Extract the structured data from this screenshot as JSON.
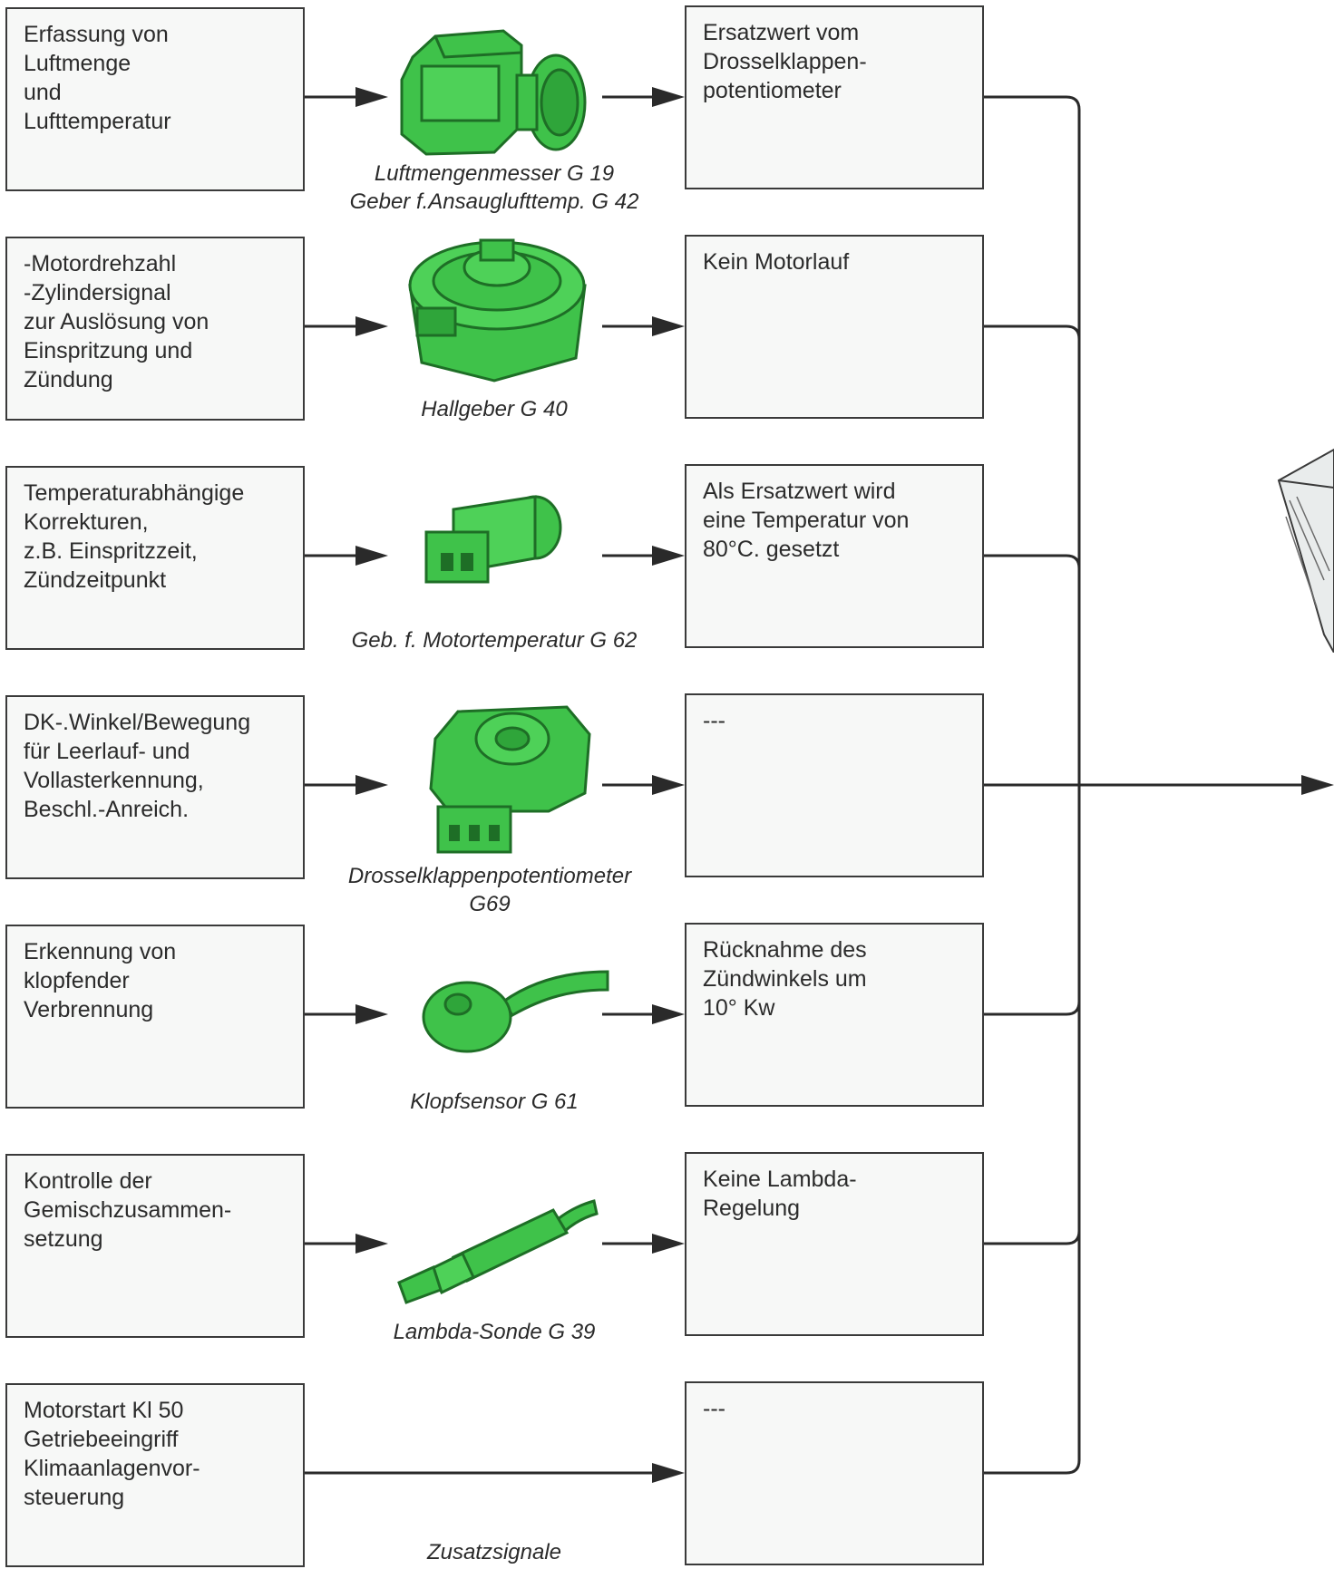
{
  "rows": [
    {
      "function_lines": [
        "Erfassung von",
        "Luftmenge",
        "und",
        "Lufttemperatur"
      ],
      "sensor_icon": "air-mass-meter-icon",
      "caption_lines": [
        "Luftmengenmesser G 19",
        "Geber f.Ansauglufttemp. G 42"
      ],
      "fallback_lines": [
        "Ersatzwert vom",
        "Drosselklappen-",
        "potentiometer"
      ]
    },
    {
      "function_lines": [
        "-Motordrehzahl",
        "-Zylindersignal",
        "zur Auslösung von",
        "Einspritzung und",
        "Zündung"
      ],
      "sensor_icon": "hall-sender-icon",
      "caption_lines": [
        "Hallgeber G 40"
      ],
      "fallback_lines": [
        "Kein Motorlauf"
      ]
    },
    {
      "function_lines": [
        "Temperaturabhängige",
        "Korrekturen,",
        "z.B. Einspritzzeit,",
        "Zündzeitpunkt"
      ],
      "sensor_icon": "temperature-sender-icon",
      "caption_lines": [
        "Geb. f. Motortemperatur G 62"
      ],
      "fallback_lines": [
        "Als Ersatzwert wird",
        "eine Temperatur von",
        "80°C. gesetzt"
      ]
    },
    {
      "function_lines": [
        "DK-.Winkel/Bewegung",
        "für Leerlauf- und",
        "Vollasterkennung,",
        "Beschl.-Anreich."
      ],
      "sensor_icon": "throttle-potentiometer-icon",
      "caption_lines": [
        "Drosselklappenpotentiometer",
        "G69"
      ],
      "fallback_lines": [
        "",
        "",
        "---"
      ]
    },
    {
      "function_lines": [
        "Erkennung von",
        "klopfender",
        "Verbrennung"
      ],
      "sensor_icon": "knock-sensor-icon",
      "caption_lines": [
        "Klopfsensor G 61"
      ],
      "fallback_lines": [
        "Rücknahme des",
        "Zündwinkels um",
        "10° Kw"
      ]
    },
    {
      "function_lines": [
        "Kontrolle der",
        "Gemischzusammen-",
        "setzung"
      ],
      "sensor_icon": "lambda-probe-icon",
      "caption_lines": [
        "Lambda-Sonde G 39"
      ],
      "fallback_lines": [
        "Keine Lambda-",
        "Regelung"
      ]
    },
    {
      "function_lines": [
        "Motorstart Kl 50",
        "Getriebeeingriff",
        "Klimaanlagenvor-",
        "steuerung"
      ],
      "sensor_icon": "",
      "caption_lines": [
        "Zusatzsignale"
      ],
      "fallback_lines": [
        "",
        "",
        "---"
      ]
    }
  ],
  "colors": {
    "sensor_green": "#3fc24a",
    "sensor_outline": "#1e6e26",
    "line": "#2a2a2a",
    "box_fill": "#f7f8f7"
  },
  "ecu_icon": "control-unit-icon"
}
